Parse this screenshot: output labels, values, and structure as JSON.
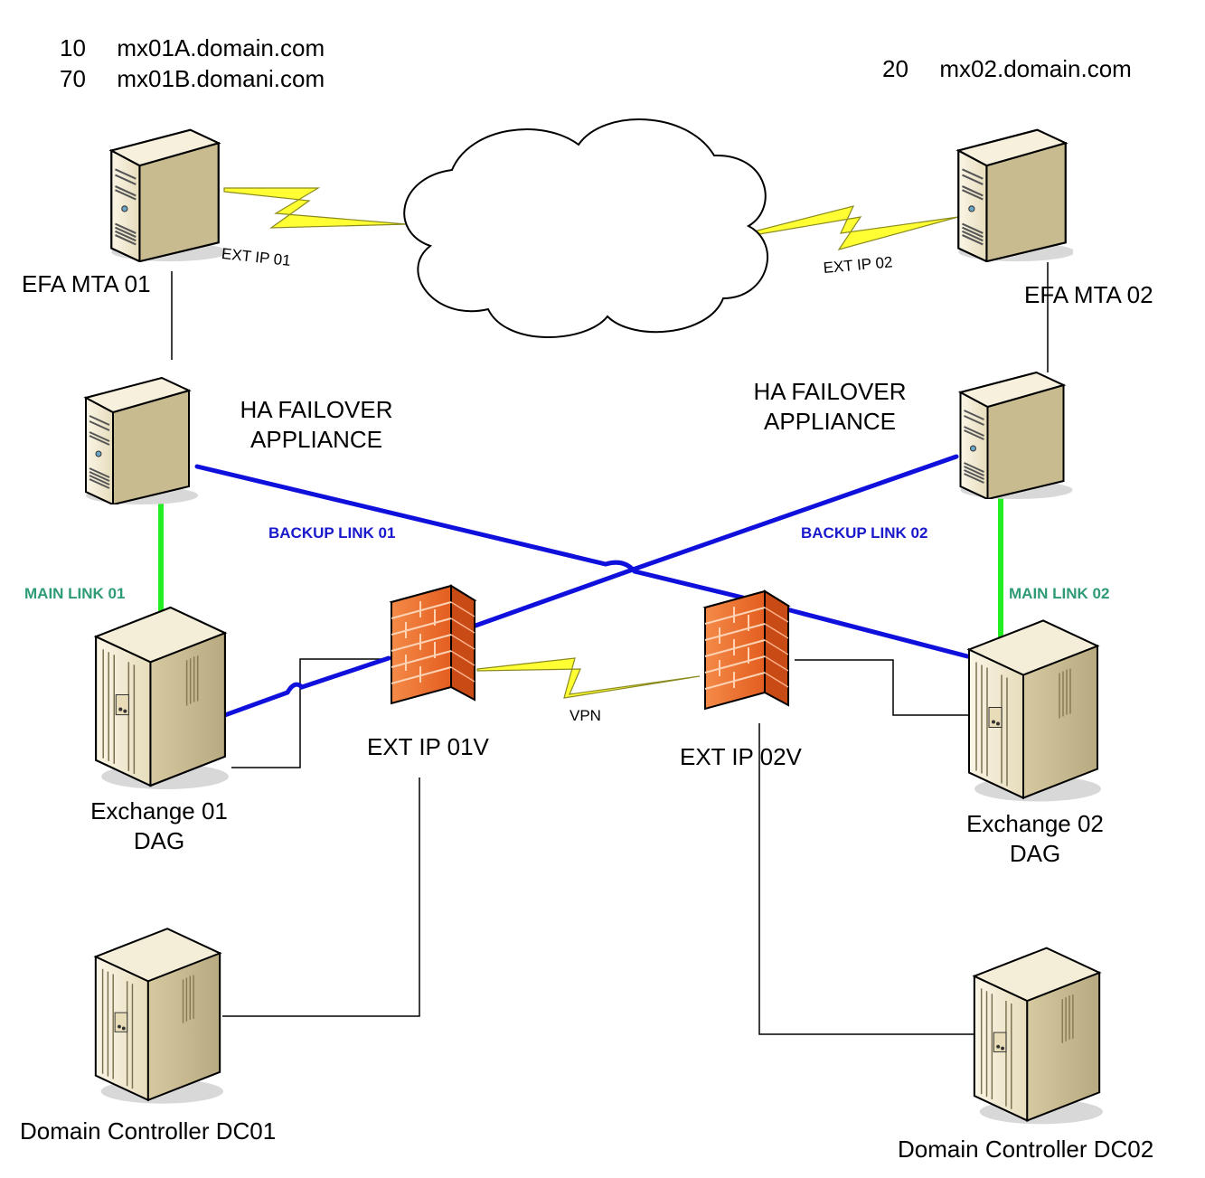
{
  "mx_records": {
    "left": [
      {
        "priority": "10",
        "host": "mx01A.domain.com"
      },
      {
        "priority": "70",
        "host": "mx01B.domani.com"
      }
    ],
    "right": [
      {
        "priority": "20",
        "host": "mx02.domain.com"
      }
    ]
  },
  "nodes": {
    "efa_mta_01": "EFA MTA 01",
    "efa_mta_02": "EFA MTA 02",
    "ha_left_line1": "HA FAILOVER",
    "ha_left_line2": "APPLIANCE",
    "ha_right_line1": "HA FAILOVER",
    "ha_right_line2": "APPLIANCE",
    "exchange_01_line1": "Exchange 01",
    "exchange_01_line2": "DAG",
    "exchange_02_line1": "Exchange 02",
    "exchange_02_line2": "DAG",
    "fw_left": "EXT IP 01V",
    "fw_right": "EXT IP 02V",
    "dc01": "Domain Controller DC01",
    "dc02": "Domain Controller DC02"
  },
  "links": {
    "ext_ip_01": "EXT IP 01",
    "ext_ip_02": "EXT IP 02",
    "vpn": "VPN",
    "backup_01": "BACKUP LINK 01",
    "backup_02": "BACKUP LINK 02",
    "main_01": "MAIN LINK 01",
    "main_02": "MAIN LINK 02"
  },
  "colors": {
    "backup_link": "#1010dd",
    "main_link": "#22ee22",
    "lightning": "#ffff33",
    "firewall": "#f07030",
    "server_body": "#efe6c8"
  }
}
